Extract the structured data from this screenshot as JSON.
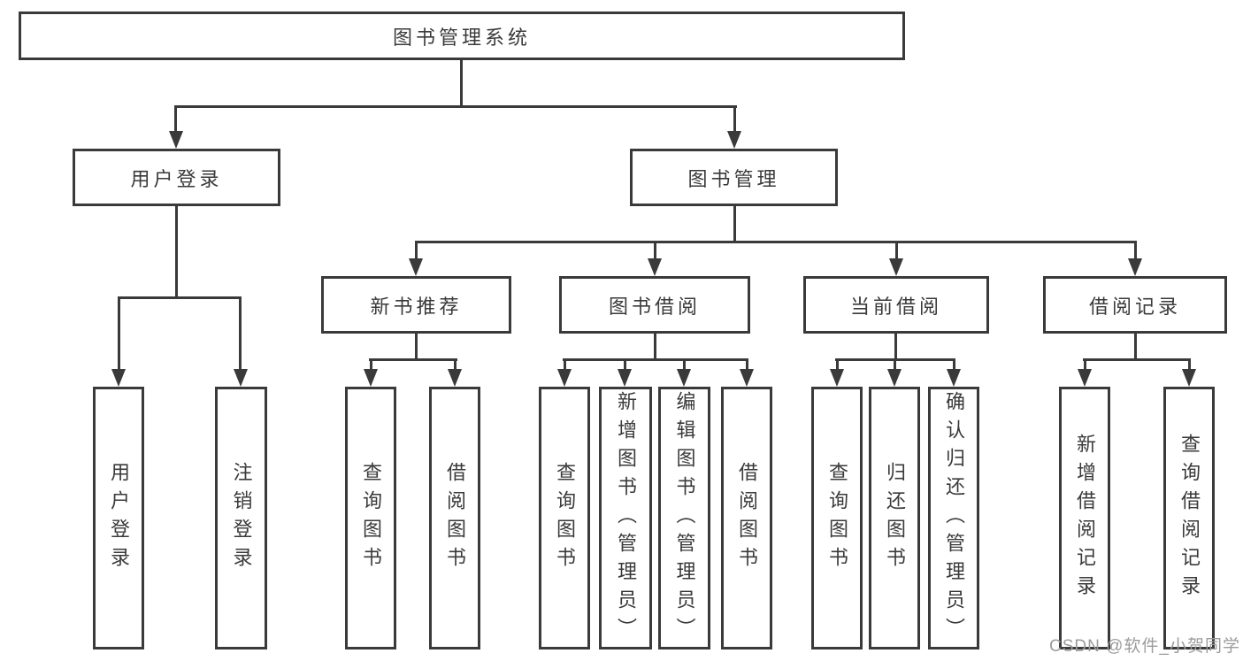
{
  "tree": {
    "root": {
      "label": "图书管理系统"
    },
    "branches": [
      {
        "label": "用户登录",
        "children": [
          {
            "label": "用户登录"
          },
          {
            "label": "注销登录"
          }
        ]
      },
      {
        "label": "图书管理",
        "children": [
          {
            "label": "新书推荐",
            "children": [
              {
                "label": "查询图书"
              },
              {
                "label": "借阅图书"
              }
            ]
          },
          {
            "label": "图书借阅",
            "children": [
              {
                "label": "查询图书"
              },
              {
                "label": "新增图书（管理员）"
              },
              {
                "label": "编辑图书（管理员）"
              },
              {
                "label": "借阅图书"
              }
            ]
          },
          {
            "label": "当前借阅",
            "children": [
              {
                "label": "查询图书"
              },
              {
                "label": "归还图书"
              },
              {
                "label": "确认归还（管理员）"
              }
            ]
          },
          {
            "label": "借阅记录",
            "children": [
              {
                "label": "新增借阅记录"
              },
              {
                "label": "查询借阅记录"
              }
            ]
          }
        ]
      }
    ]
  },
  "watermark": {
    "text": "CSDN @软件_小贺同学",
    "color": "#9c9c9c"
  },
  "colors": {
    "line": "#3a3a3a",
    "text": "#3a3a3a",
    "background": "#ffffff"
  }
}
